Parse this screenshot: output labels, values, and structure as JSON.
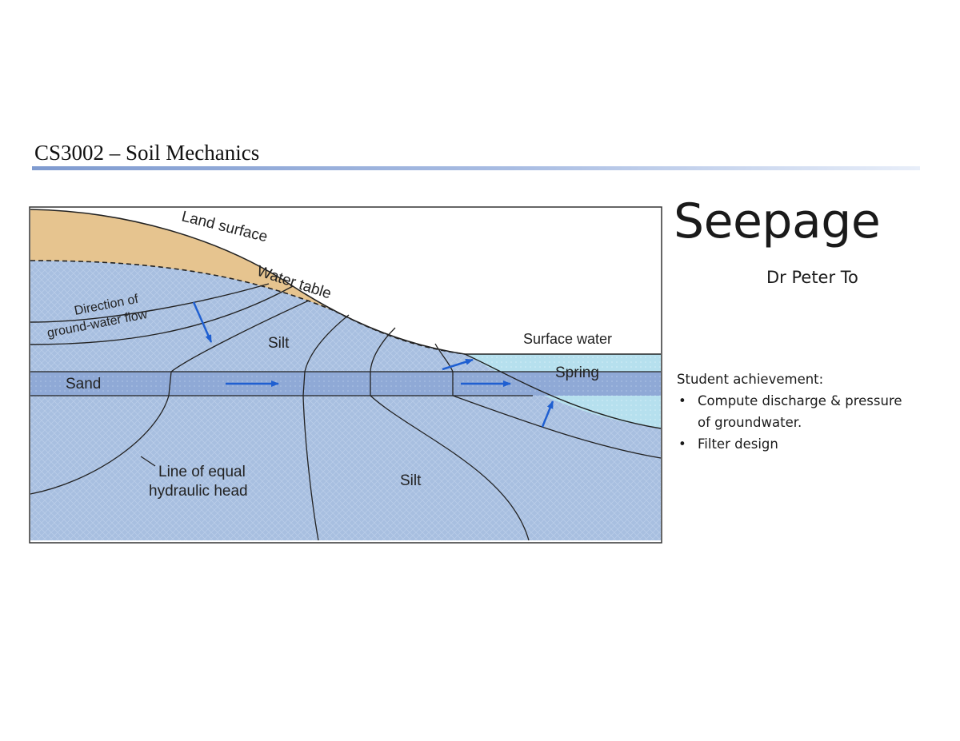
{
  "header": {
    "course": "CS3002 – Soil Mechanics"
  },
  "slide": {
    "title": "Seepage",
    "author": "Dr Peter To",
    "achievements_heading": "Student achievement:",
    "achievements": [
      "Compute discharge & pressure of groundwater.",
      "Filter design"
    ]
  },
  "diagram": {
    "labels": {
      "land_surface": "Land surface",
      "water_table": "Water table",
      "direction_line1": "Direction of",
      "direction_line2": "ground-water flow",
      "silt_upper": "Silt",
      "silt_lower": "Silt",
      "sand": "Sand",
      "surface_water": "Surface water",
      "spring": "Spring",
      "equal_head_line1": "Line of equal",
      "equal_head_line2": "hydraulic head"
    },
    "colors": {
      "land": "#e6c48f",
      "soil": "#a8bfe0",
      "sand_layer": "#8fa9d6",
      "surface_water": "#b6e0ee",
      "arrow": "#1f5fd1"
    }
  }
}
